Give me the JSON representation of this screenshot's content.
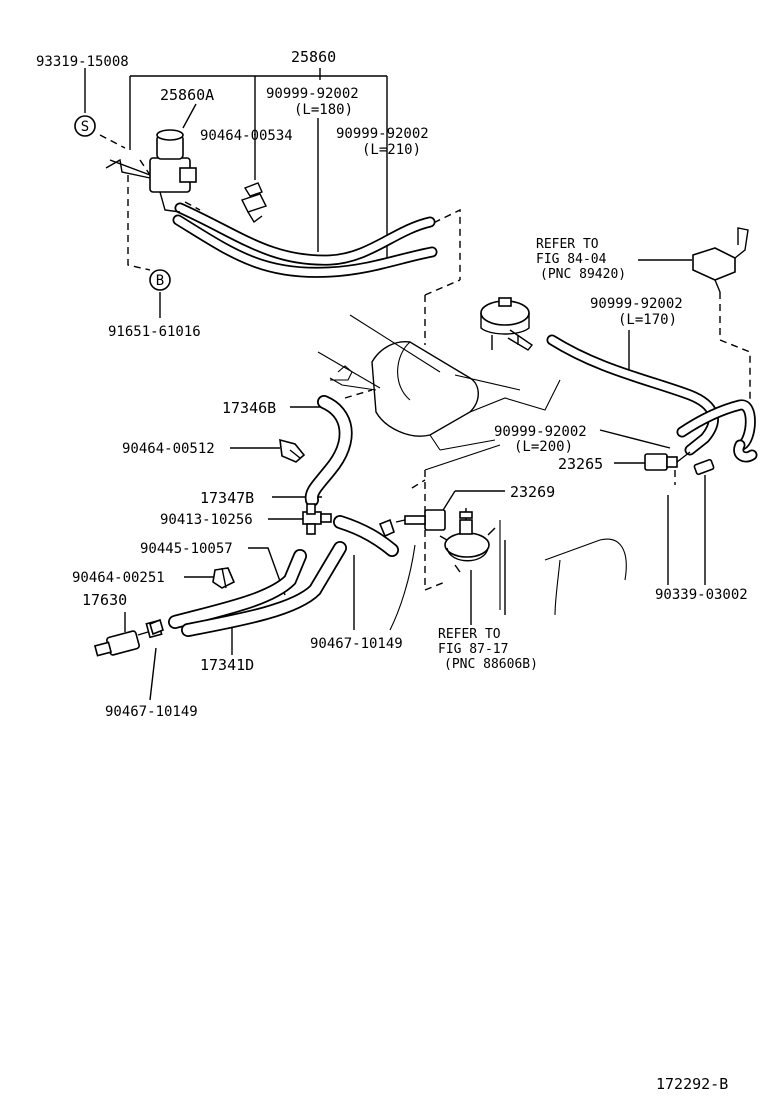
{
  "labels": {
    "p93319": "93319-15008",
    "p25860": "25860",
    "p25860A": "25860A",
    "p90999_180": "90999-92002",
    "l180": "(L=180)",
    "p90464_534": "90464-00534",
    "p90999_210": "90999-92002",
    "l210": "(L=210)",
    "s_mark": "S",
    "b_mark": "B",
    "p91651": "91651-61016",
    "ref84_1": "REFER TO",
    "ref84_2": "FIG 84-04",
    "ref84_3": "(PNC 89420)",
    "p90999_170": "90999-92002",
    "l170": "(L=170)",
    "p17346B": "17346B",
    "p90999_200": "90999-92002",
    "l200": "(L=200)",
    "p90464_512": "90464-00512",
    "p23265": "23265",
    "p17347B": "17347B",
    "p23269": "23269",
    "p90413": "90413-10256",
    "p90445": "90445-10057",
    "p90464_251": "90464-00251",
    "p17630": "17630",
    "p17341D": "17341D",
    "p90467_a": "90467-10149",
    "ref87_1": "REFER TO",
    "ref87_2": "FIG 87-17",
    "ref87_3": "(PNC 88606B)",
    "p90467_b": "90467-10149",
    "p90339": "90339-03002",
    "fig_code": "172292-B"
  }
}
